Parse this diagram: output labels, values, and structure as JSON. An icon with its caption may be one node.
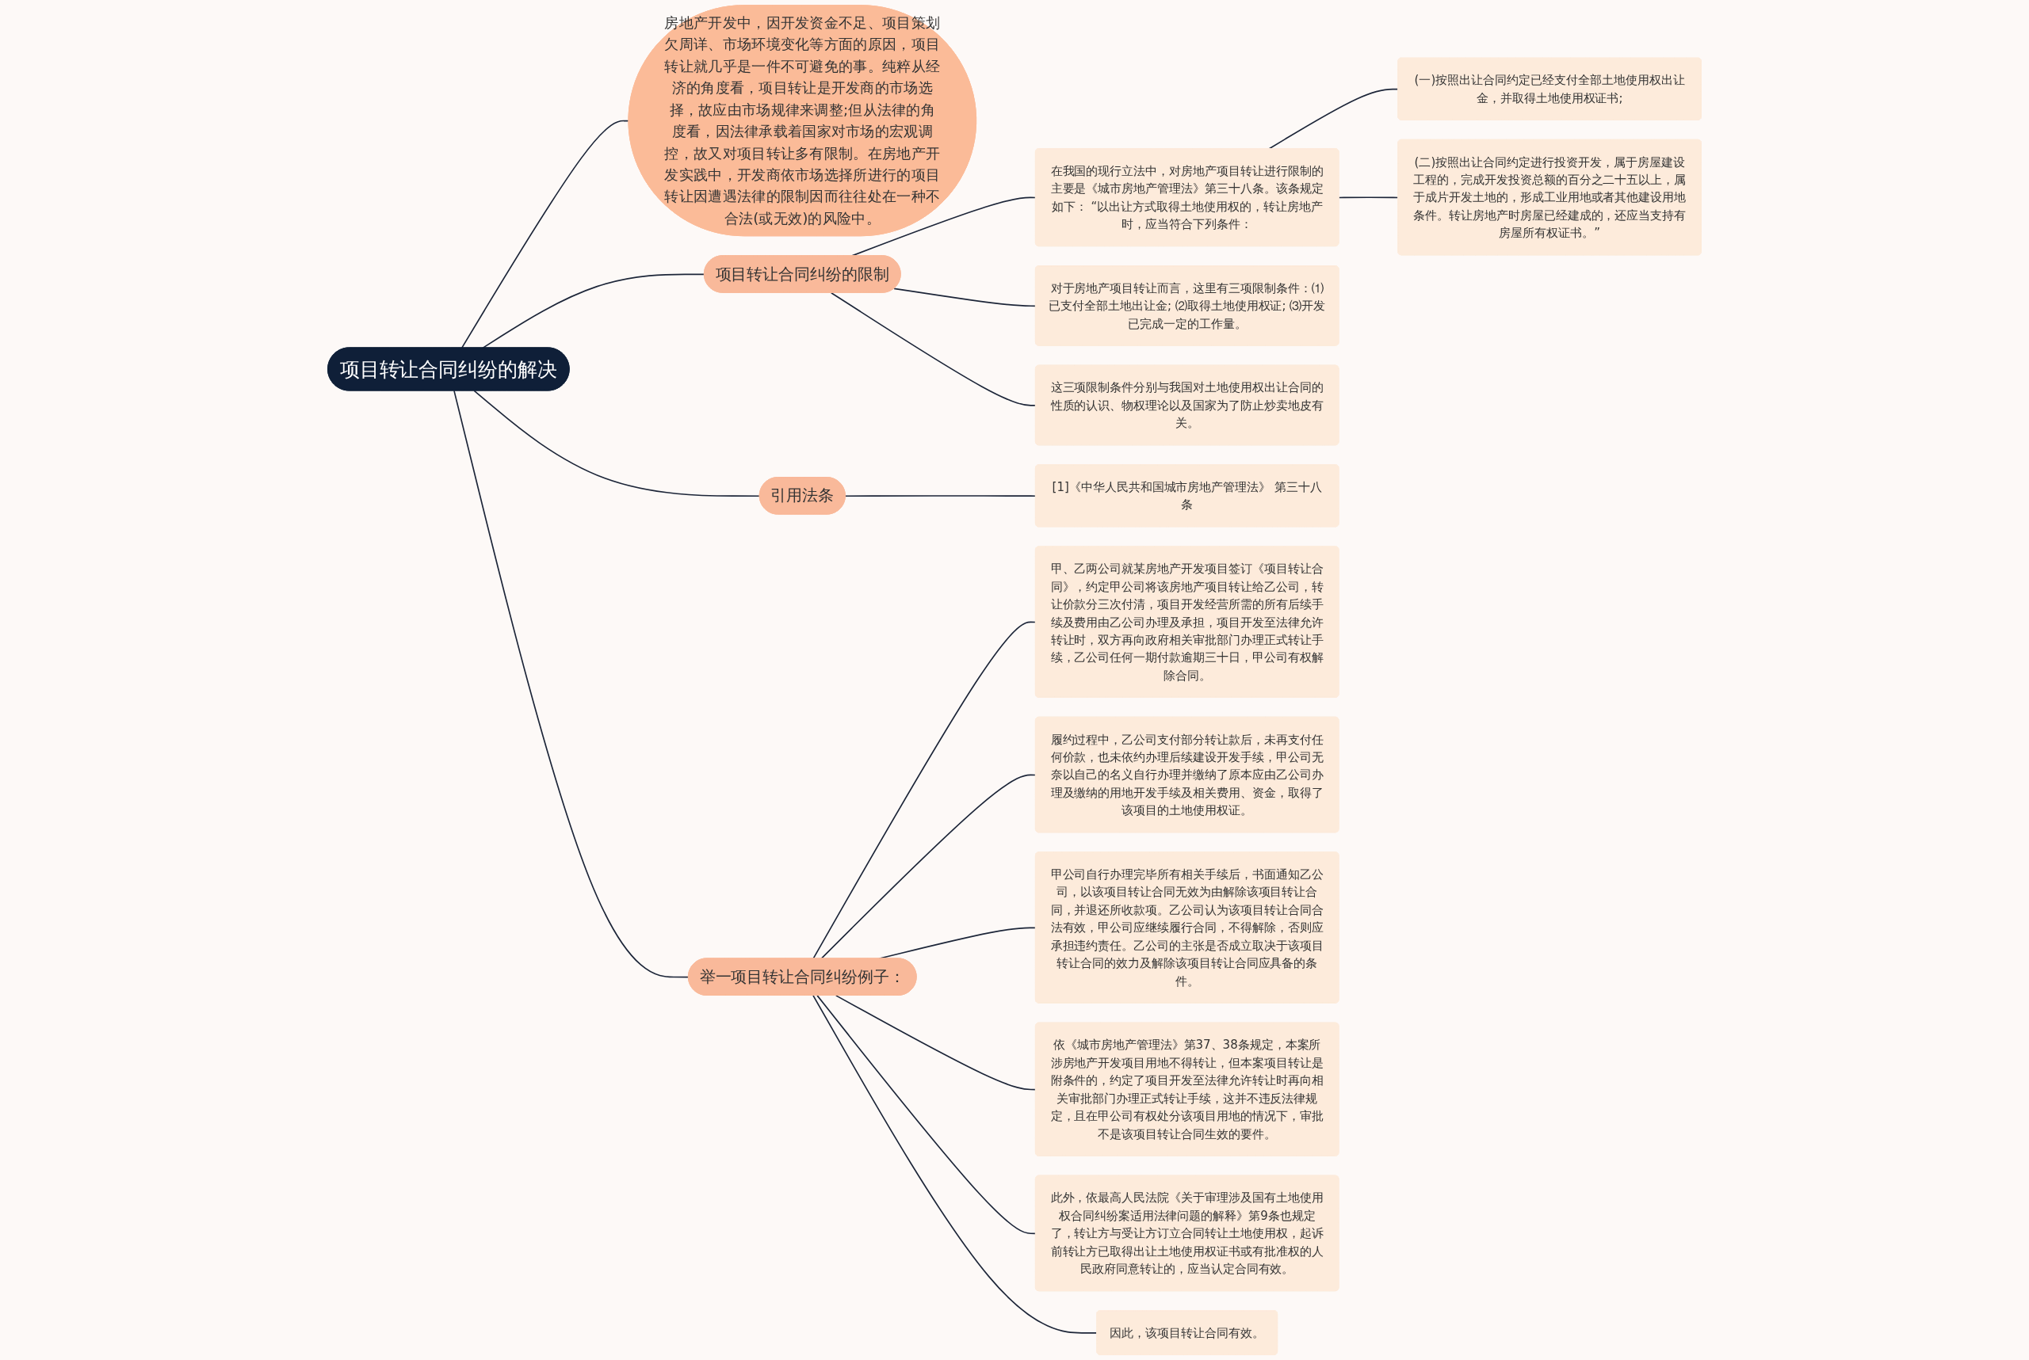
{
  "diagram": {
    "nodes": [
      {
        "text": [
          "项目转让合同纠纷的解决"
        ]
      },
      {
        "text": [
          "房地产开发中，因开发资金不足、项目策划欠周详、市场环境变化等方面的原因，项目转让就几乎是一件不可避免的事。纯粹从经济的角度看，项目转让是开发商的市场选择，故应由市场规律来调整;但从法律的角度看，因法律承载着国家对市场的宏观调控，故又对项目转让多有限制。在房地产开发实践中，开发商依市场选择所进行的项目转让因遭遇法律的限制因而往往处在一种不合法(或无效)的风险中。"
        ]
      },
      {
        "text": [
          "项目转让合同纠纷的限制"
        ]
      },
      {
        "text": [
          "在我国的现行立法中，对房地产项目转让进行限制的主要是《城市房地产管理法》第三十八条。该条规定如下： “以出让方式取得土地使用权的，转让房地产时，应当符合下列条件："
        ]
      },
      {
        "text": [
          "(一)按照出让合同约定已经支付全部土地使用权出让金，并取得土地使用权证书;"
        ]
      },
      {
        "text": [
          "(二)按照出让合同约定进行投资开发，属于房屋建设工程的，完成开发投资总额的百分之二十五以上，属于成片开发土地的，形成工业用地或者其他建设用地条件。转让房地产时房屋已经建成的，还应当支持有房屋所有权证书。”"
        ]
      },
      {
        "text": [
          "对于房地产项目转让而言，这里有三项限制条件：⑴已支付全部土地出让金; ⑵取得土地使用权证; ⑶开发已完成一定的工作量。"
        ]
      },
      {
        "text": [
          "这三项限制条件分别与我国对土地使用权出让合同的性质的认识、物权理论以及国家为了防止炒卖地皮有关。"
        ]
      },
      {
        "text": [
          "引用法条"
        ]
      },
      {
        "text": [
          "[1]《中华人民共和国城市房地产管理法》 第三十八条"
        ]
      },
      {
        "text": [
          "举一项目转让合同纠纷例子："
        ]
      },
      {
        "text": [
          "甲、乙两公司就某房地产开发项目签订《项目转让合同》，约定甲公司将该房地产项目转让给乙公司，转让价款分三次付清，项目开发经营所需的所有后续手续及费用由乙公司办理及承担，项目开发至法律允许转让时，双方再向政府相关审批部门办理正式转让手续，乙公司任何一期付款逾期三十日，甲公司有权解除合同。"
        ]
      },
      {
        "text": [
          "履约过程中，乙公司支付部分转让款后，未再支付任何价款，也未依约办理后续建设开发手续，甲公司无奈以自己的名义自行办理并缴纳了原本应由乙公司办理及缴纳的用地开发手续及相关费用、资金，取得了该项目的土地使用权证。"
        ]
      },
      {
        "text": [
          "甲公司自行办理完毕所有相关手续后，书面通知乙公司，以该项目转让合同无效为由解除该项目转让合同，并退还所收款项。乙公司认为该项目转让合同合法有效，甲公司应继续履行合同，不得解除，否则应承担违约责任。乙公司的主张是否成立取决于该项目转让合同的效力及解除该项目转让合同应具备的条件。"
        ]
      },
      {
        "text": [
          "依《城市房地产管理法》第37、38条规定，本案所涉房地产开发项目用地不得转让，但本案项目转让是附条件的，约定了项目开发至法律允许转让时再向相关审批部门办理正式转让手续，这并不违反法律规定，且在甲公司有权处分该项目用地的情况下，审批不是该项目转让合同生效的要件。"
        ]
      },
      {
        "text": [
          "此外，依最高人民法院《关于审理涉及国有土地使用权合同纠纷案适用法律问题的解释》第9条也规定了，转让方与受让方订立合同转让土地使用权，起诉前转让方已取得出让土地使用权证书或有批准权的人民政府同意转让的，应当认定合同有效。"
        ]
      },
      {
        "text": [
          "因此，该项目转让合同有效。"
        ]
      }
    ],
    "edges": [
      {
        "from": 0,
        "to": 1,
        "arrow": "none"
      },
      {
        "from": 0,
        "to": 2,
        "arrow": "none"
      },
      {
        "from": 2,
        "to": 3,
        "arrow": "none"
      },
      {
        "from": 3,
        "to": 4,
        "arrow": "none"
      },
      {
        "from": 3,
        "to": 5,
        "arrow": "none"
      },
      {
        "from": 2,
        "to": 6,
        "arrow": "none"
      },
      {
        "from": 2,
        "to": 7,
        "arrow": "none"
      },
      {
        "from": 0,
        "to": 8,
        "arrow": "none"
      },
      {
        "from": 8,
        "to": 9,
        "arrow": "none"
      },
      {
        "from": 0,
        "to": 10,
        "arrow": "none"
      },
      {
        "from": 10,
        "to": 11,
        "arrow": "none"
      },
      {
        "from": 10,
        "to": 12,
        "arrow": "none"
      },
      {
        "from": 10,
        "to": 13,
        "arrow": "none"
      },
      {
        "from": 10,
        "to": 14,
        "arrow": "none"
      },
      {
        "from": 10,
        "to": 15,
        "arrow": "none"
      },
      {
        "from": 10,
        "to": 16,
        "arrow": "none"
      }
    ]
  }
}
